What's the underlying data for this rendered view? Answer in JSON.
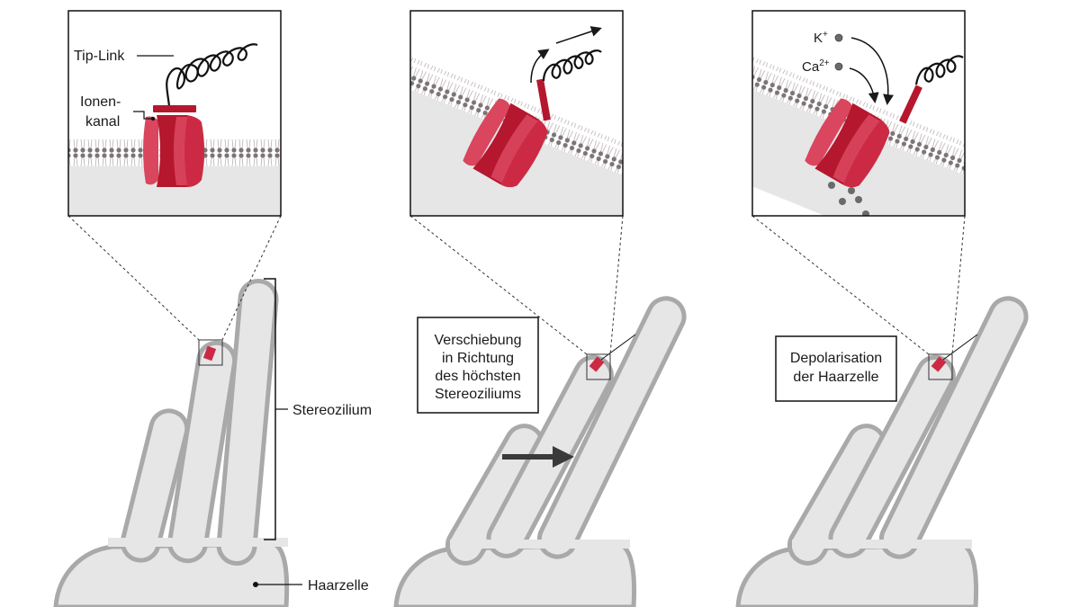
{
  "panel1": {
    "tip_link_label": "Tip-Link",
    "ion_channel_label_line1": "Ionen-",
    "ion_channel_label_line2": "kanal",
    "stereocilium_label": "Stereozilium",
    "hair_cell_label": "Haarzelle"
  },
  "panel2": {
    "note_lines": [
      "Verschiebung",
      "in Richtung",
      "des höchsten",
      "Stereoziliums"
    ]
  },
  "panel3": {
    "note_lines": [
      "Depolarisation",
      "der Haarzelle"
    ],
    "ion_k": "K",
    "ion_k_charge": "+",
    "ion_ca": "Ca",
    "ion_ca_charge": "2+"
  },
  "colors": {
    "channel_dark": "#b5172e",
    "channel_mid": "#cc2a44",
    "channel_light": "#d9465e",
    "cell_fill": "#e6e6e6",
    "cell_stroke": "#a9a9a9",
    "membrane_head": "#7d7476",
    "ion_dot": "#6a6a6a"
  }
}
